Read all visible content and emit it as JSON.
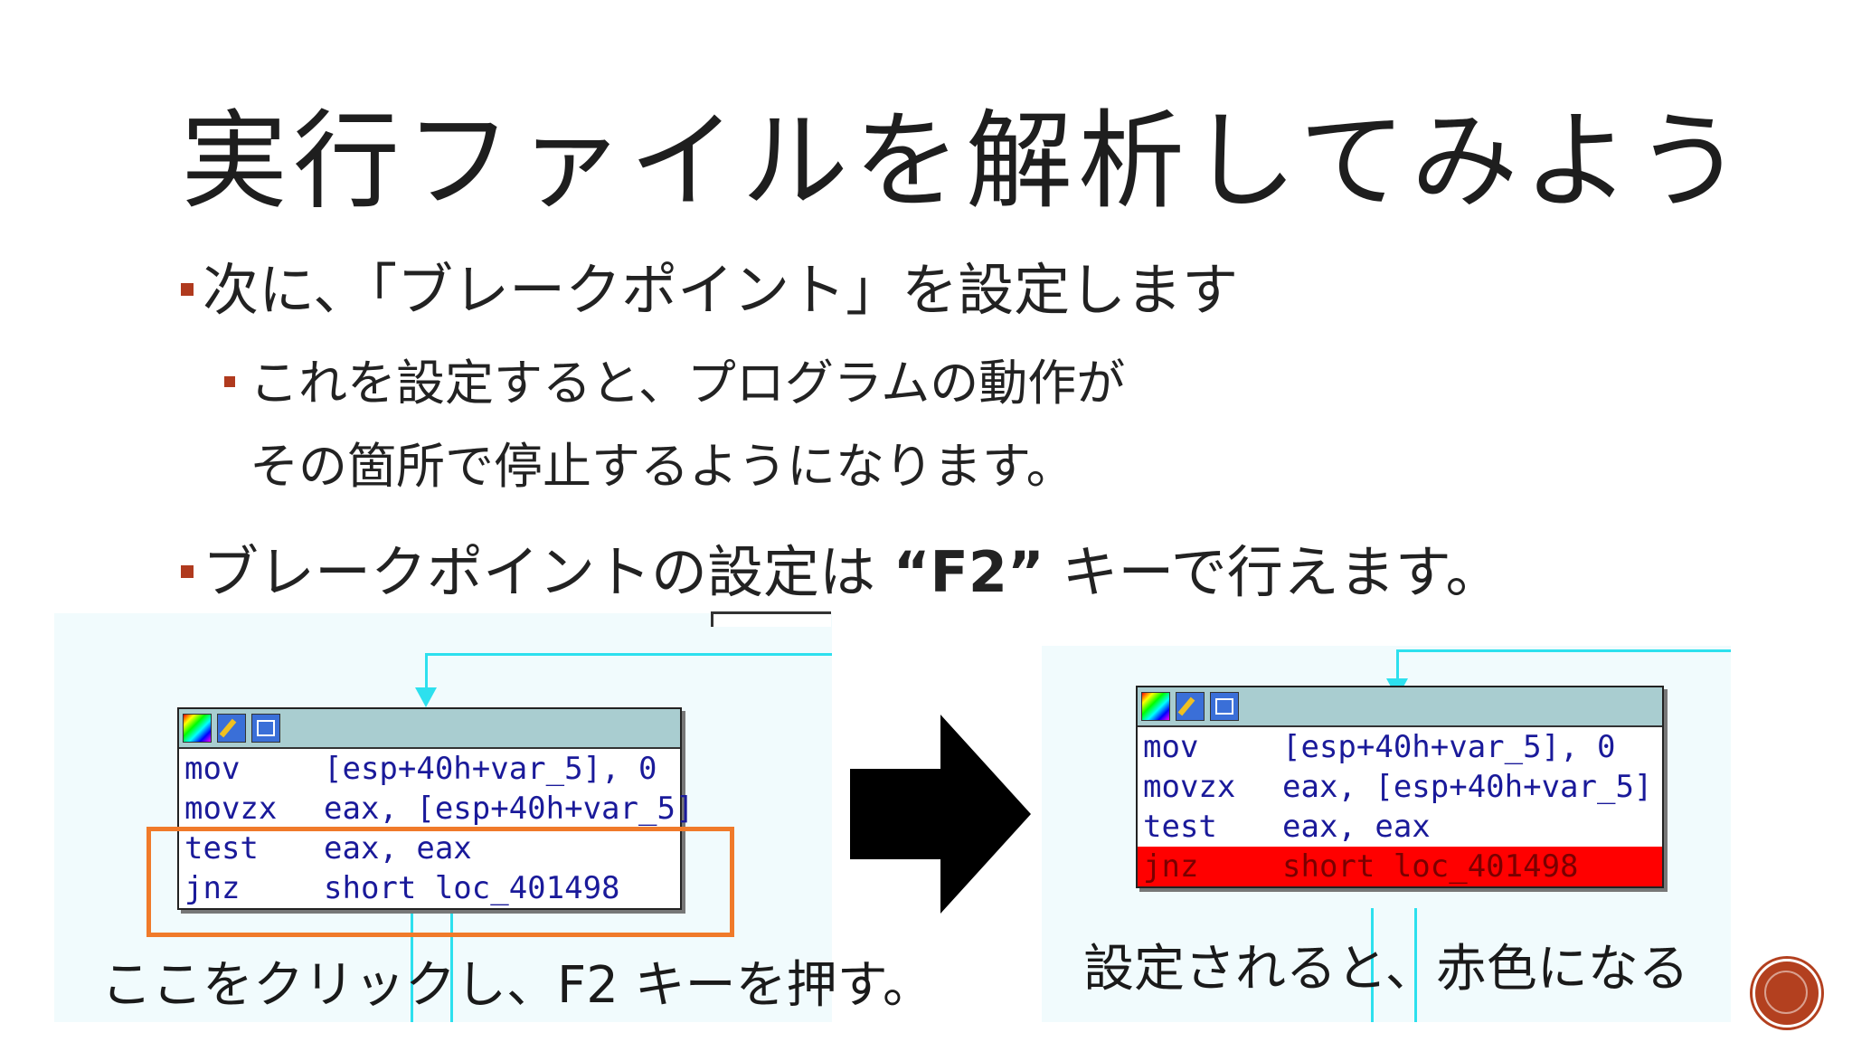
{
  "slide": {
    "title": "実行ファイルを解析してみよう",
    "bullet1": "次に、「ブレークポイント」を設定します",
    "bullet2_line1": "これを設定すると、プログラムの動作が",
    "bullet2_line2": "その箇所で停止するようになります。",
    "bullet3_pre": "ブレークポイントの設定は ",
    "bullet3_key": "“F2”",
    "bullet3_post": " キーで行えます。"
  },
  "left_panel": {
    "code_rows": [
      {
        "mnemonic": "mov",
        "operands": "[esp+40h+var_5], 0"
      },
      {
        "mnemonic": "movzx",
        "operands": "eax, [esp+40h+var_5]"
      },
      {
        "mnemonic": "test",
        "operands": "eax, eax"
      },
      {
        "mnemonic": "jnz",
        "operands": "short loc_401498"
      }
    ],
    "caption": "ここをクリックし、F2 キーを押す。"
  },
  "right_panel": {
    "code_rows": [
      {
        "mnemonic": "mov",
        "operands": "[esp+40h+var_5], 0"
      },
      {
        "mnemonic": "movzx",
        "operands": "eax, [esp+40h+var_5]"
      },
      {
        "mnemonic": "test",
        "operands": "eax, eax"
      },
      {
        "mnemonic": "jnz",
        "operands": "short loc_401498"
      }
    ],
    "caption": "設定されると、赤色になる"
  },
  "colors": {
    "accent": "#b03a1e",
    "highlight_box": "#f07a2a",
    "breakpoint": "#ff0000",
    "flow_line": "#2de0ee",
    "node_header": "#a9cdd0"
  },
  "icons": [
    "color-palette-icon",
    "edit-pencil-icon",
    "graph-view-icon",
    "right-arrow-icon"
  ]
}
